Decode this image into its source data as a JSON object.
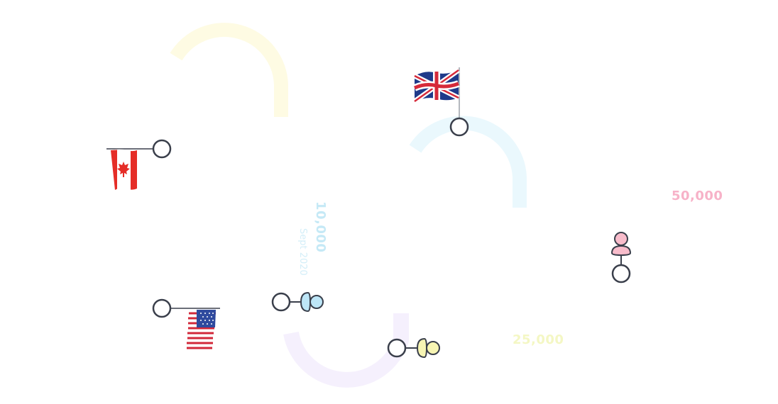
{
  "colors": {
    "stroke": "#3a3f4b",
    "yellow_arc": "#fefbe3",
    "blue_arc": "#e9f8fd",
    "purple_arc": "#f4eefd",
    "pink": "#f8bccb",
    "blue": "#bde6f7",
    "yellow": "#f7f5b3",
    "pink_text": "#f7b2c8",
    "yellow_text": "#f4f7c4",
    "blue_text": "#c5e9f6"
  },
  "milestones": {
    "fifty_k": "50,000",
    "twenty_five_k": "25,000",
    "ten_k": "10,000",
    "ten_k_date": "Sept 2020"
  },
  "icons": {
    "canada": "canada-flag-icon",
    "uk": "uk-flag-icon",
    "usa": "usa-flag-icon",
    "person": "person-icon"
  }
}
